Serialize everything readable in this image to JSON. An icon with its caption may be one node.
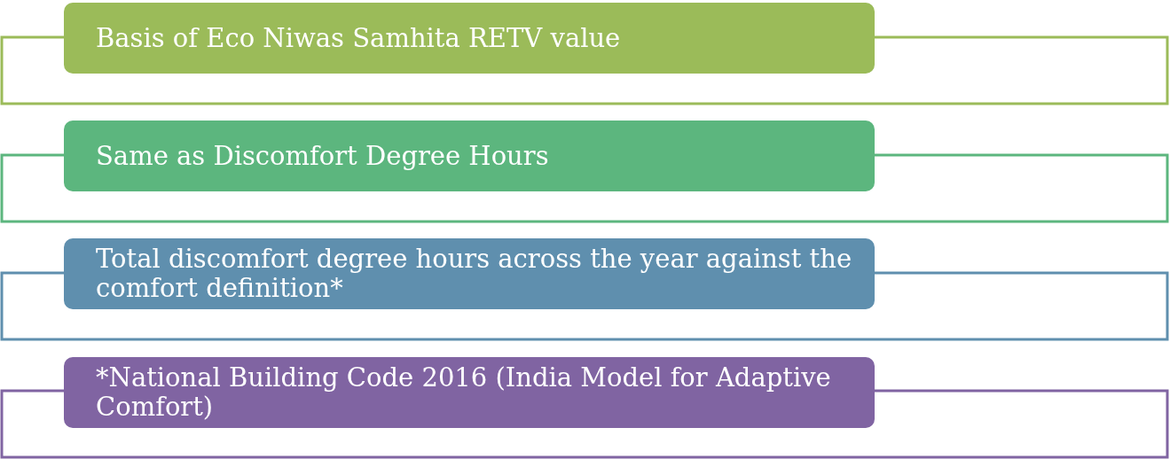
{
  "diagram": {
    "nodes": [
      {
        "text": [
          "Basis of Eco Niwas Samhita RETV value"
        ]
      },
      {
        "text": [
          "Same as Discomfort Degree Hours"
        ]
      },
      {
        "text": [
          "Total discomfort degree hours across the year against the comfort definition*"
        ]
      },
      {
        "text": [
          "*National Building Code 2016 (India Model for Adaptive Comfort)"
        ]
      }
    ]
  }
}
